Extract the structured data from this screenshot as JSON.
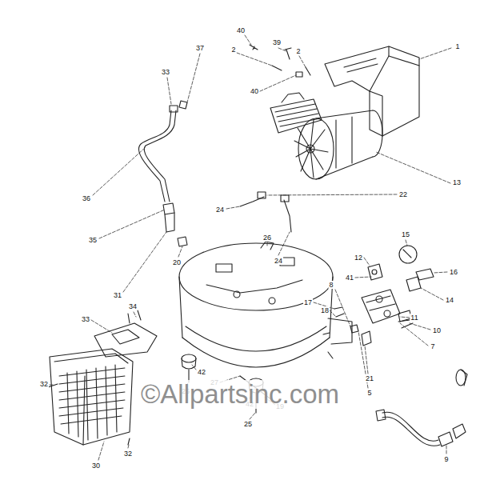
{
  "diagram": {
    "labels": [
      "1",
      "40",
      "39",
      "2",
      "2",
      "40",
      "37",
      "33",
      "13",
      "36",
      "22",
      "24",
      "24",
      "35",
      "20",
      "31",
      "26",
      "15",
      "12",
      "16",
      "41",
      "14",
      "8",
      "17",
      "18",
      "11",
      "10",
      "7",
      "34",
      "33",
      "32",
      "42",
      "27",
      "21",
      "5",
      "25",
      "19",
      "42",
      "25",
      "30",
      "32",
      "9",
      "©Allpartsinc.com"
    ]
  }
}
